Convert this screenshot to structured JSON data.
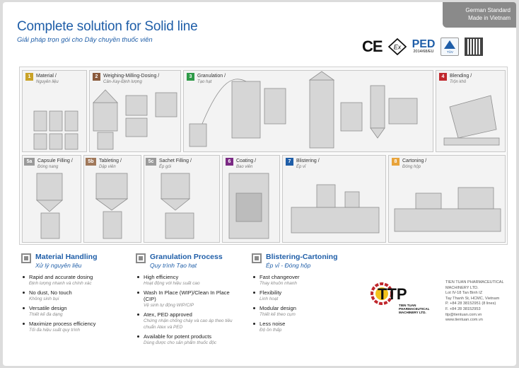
{
  "header": {
    "title": "Complete solution for Solid line",
    "subtitle": "Giải pháp trọn gói cho Dây chuyền thuốc viên",
    "corner_line1": "German Standard",
    "corner_line2": "Made in Vietnam"
  },
  "certifications": {
    "ce": "CE",
    "ped": "PED",
    "ped_sub": "2014/68/EU",
    "tuv": "TÜV"
  },
  "zones": [
    {
      "num": "1",
      "title": "Material /",
      "sub": "Nguyên liệu",
      "color": "#c9a227"
    },
    {
      "num": "2",
      "title": "Weighing-Milling-Dosing /",
      "sub": "Cân-Xay-Định lượng",
      "color": "#8a5a3c"
    },
    {
      "num": "3",
      "title": "Granulation /",
      "sub": "Tạo hạt",
      "color": "#2e9a48"
    },
    {
      "num": "4",
      "title": "Blending /",
      "sub": "Trộn khô",
      "color": "#c0272d"
    },
    {
      "num": "5a",
      "title": "Capsule Filling /",
      "sub": "Đóng nang",
      "color": "#9a9a9a"
    },
    {
      "num": "5b",
      "title": "Tableting /",
      "sub": "Dập viên",
      "color": "#a0785a"
    },
    {
      "num": "5c",
      "title": "Sachet Filling /",
      "sub": "Ép gói",
      "color": "#9a9a9a"
    },
    {
      "num": "6",
      "title": "Coating /",
      "sub": "Bao viên",
      "color": "#7b2a84"
    },
    {
      "num": "7",
      "title": "Blistering /",
      "sub": "Ép vỉ",
      "color": "#1f5ea8"
    },
    {
      "num": "8",
      "title": "Cartoning /",
      "sub": "Đóng hộp",
      "color": "#e8a33a"
    }
  ],
  "columns": [
    {
      "title": "Material Handling",
      "sub": "Xử lý nguyên liệu",
      "items": [
        {
          "t": "Rapid and accurate dosing",
          "s": "Định lượng nhanh và chính xác"
        },
        {
          "t": "No dust, No touch",
          "s": "Không sinh bụi"
        },
        {
          "t": "Versatile design",
          "s": "Thiết kế đa dạng"
        },
        {
          "t": "Maximize process efficiency",
          "s": "Tối đa hiệu suất quy trình"
        }
      ]
    },
    {
      "title": "Granulation Process",
      "sub": "Quy trình Tạo hạt",
      "items": [
        {
          "t": "High efficiency",
          "s": "Hoạt động với hiệu suất cao"
        },
        {
          "t": "Wash In Place (WIP)/Clean In Place (CIP)",
          "s": "Vệ sinh tự động WIP/CIP"
        },
        {
          "t": "Atex, PED approved",
          "s": "Chứng nhận chống cháy và cao áp theo tiêu chuẩn Atex và PED"
        },
        {
          "t": "Available for potent products",
          "s": "Dùng được cho sản phẩm thuốc độc"
        }
      ]
    },
    {
      "title": "Blistering-Cartoning",
      "sub": "Ép vỉ - Đóng hộp",
      "items": [
        {
          "t": "Fast changeover",
          "s": "Thay khuôn nhanh"
        },
        {
          "t": "Flexibility",
          "s": "Linh hoạt"
        },
        {
          "t": "Modular design",
          "s": "Thiết kế theo cụm"
        },
        {
          "t": "Less noise",
          "s": "Độ ồn thấp"
        }
      ]
    }
  ],
  "company": {
    "logo": "TTP",
    "logo_sub": "TIEN TUAN PHARMACEUTICAL MACHINERY LTD.",
    "name": "TIEN TUAN PHARMACEUTICAL MACHINERY LTD.",
    "addr1": "Lot IV-18 Tan Binh IZ",
    "addr2": "Tay Thanh St, HCMC, Vietnam",
    "phone": "P. +84 28 38152951 (8 lines)",
    "fax": "F. +84 28 38152953",
    "email": "ttp@tientuan.com.vn",
    "web": "www.tientuan.com.vn"
  },
  "accent": "#1f5ea8"
}
